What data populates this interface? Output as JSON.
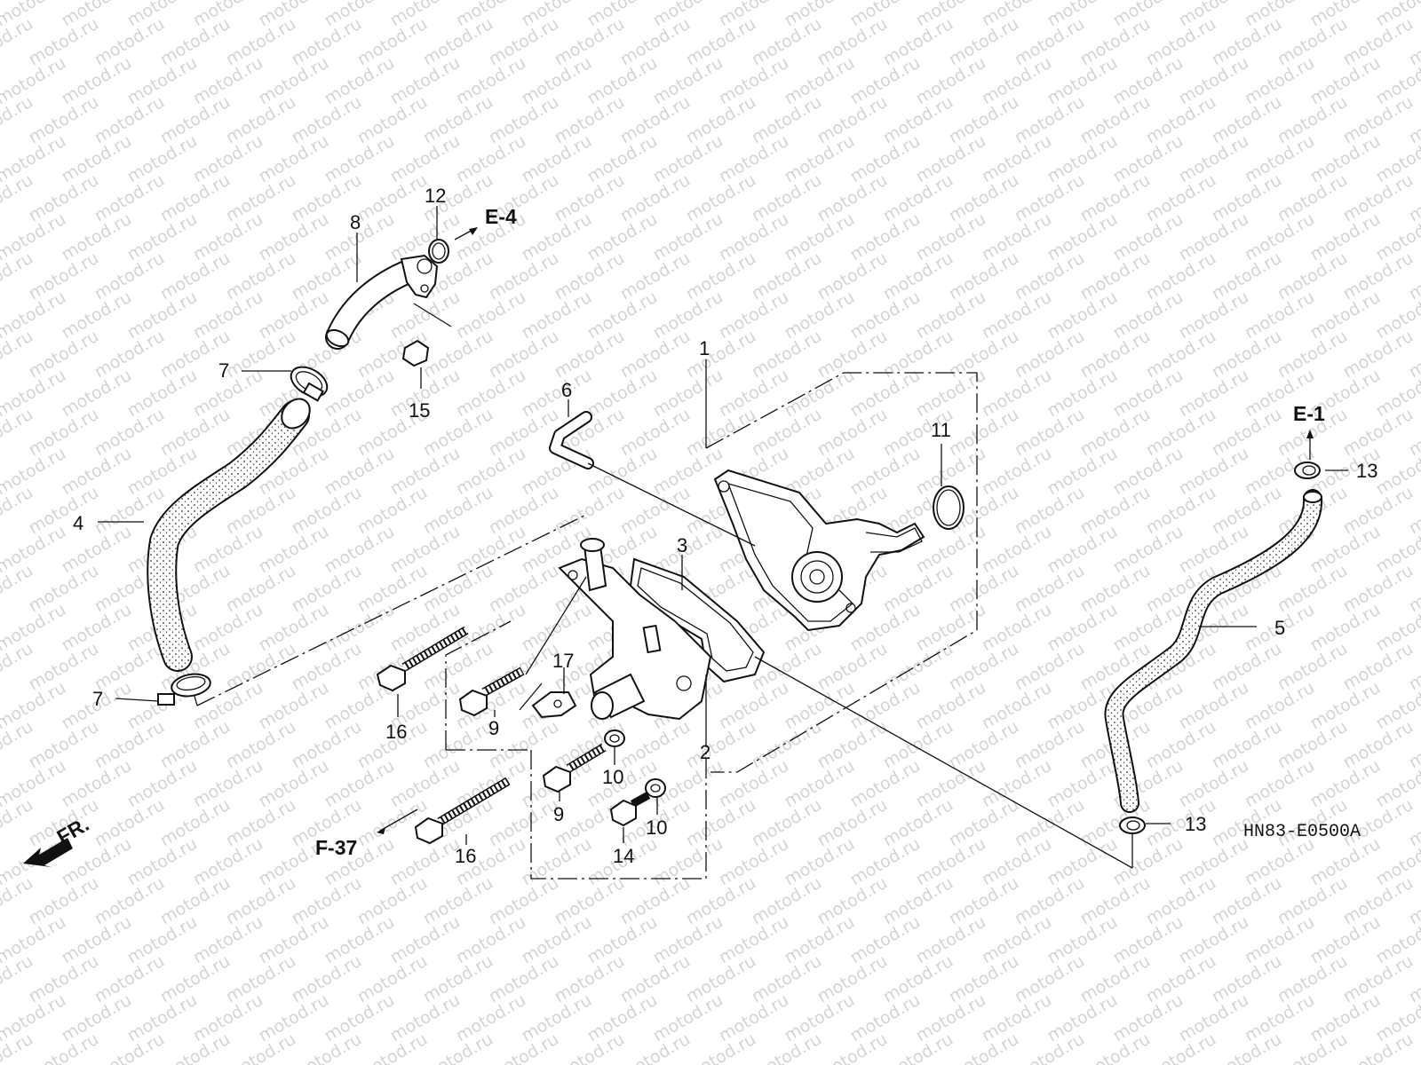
{
  "watermark": {
    "text": "motod.ru"
  },
  "diagram_code": "HN83-E0500A",
  "front_marker": "FR.",
  "references": {
    "e4": "E-4",
    "e1": "E-1",
    "f37": "F-37"
  },
  "callouts": {
    "c1": "1",
    "c2": "2",
    "c3": "3",
    "c4": "4",
    "c5": "5",
    "c6": "6",
    "c7a": "7",
    "c7b": "7",
    "c8": "8",
    "c9a": "9",
    "c9b": "9",
    "c10a": "10",
    "c10b": "10",
    "c11": "11",
    "c12": "12",
    "c13a": "13",
    "c13b": "13",
    "c14": "14",
    "c15": "15",
    "c16a": "16",
    "c16b": "16",
    "c17": "17"
  },
  "colors": {
    "line": "#111111",
    "watermark": "#d4d4d4",
    "background": "#ffffff"
  }
}
